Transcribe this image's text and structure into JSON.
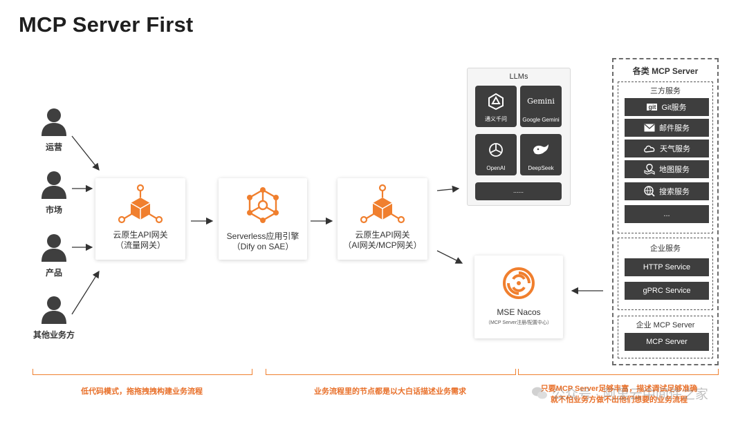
{
  "title": "MCP Server First",
  "roles": [
    "运营",
    "市场",
    "产品",
    "其他业务方"
  ],
  "gateway1": {
    "line1": "云原生API网关",
    "line2": "（流量网关）"
  },
  "serverless": {
    "line1": "Serverless应用引擎",
    "line2": "（Dify on SAE）"
  },
  "gateway2": {
    "line1": "云原生API网关",
    "line2": "（AI网关/MCP网关）"
  },
  "llms": {
    "title": "LLMs",
    "models": [
      "通义千问",
      "Google Gemini",
      "OpenAI",
      "DeepSeek"
    ],
    "gemini_logo": "Gemini",
    "more": "......"
  },
  "nacos": {
    "name": "MSE Nacos",
    "sub": "（MCP Server注册/配置中心）"
  },
  "mcp_panel": {
    "title": "各类 MCP Server",
    "third_party": {
      "title": "三方服务",
      "git_badge": "git",
      "items": [
        "Git服务",
        "邮件服务",
        "天气服务",
        "地图服务",
        "搜索服务",
        "..."
      ]
    },
    "enterprise": {
      "title": "企业服务",
      "items": [
        "HTTP Service",
        "gPRC Service"
      ]
    },
    "enterprise_mcp": {
      "title": "企业 MCP Server",
      "items": [
        "MCP Server"
      ]
    }
  },
  "footer": {
    "brace1": "低代码模式，拖拖拽拽构建业务流程",
    "brace2": "业务流程里的节点都是以大白话描述业务需求",
    "brace3_line1": "只要MCP Server足够丰富，描述调试足够准确",
    "brace3_line2": "就不怕业务方做不出他们想要的业务流程"
  },
  "watermark": "公众号 · 阿里云中间件之家",
  "colors": {
    "accent": "#f07f2e",
    "dark_tile": "#3e3e3e"
  }
}
